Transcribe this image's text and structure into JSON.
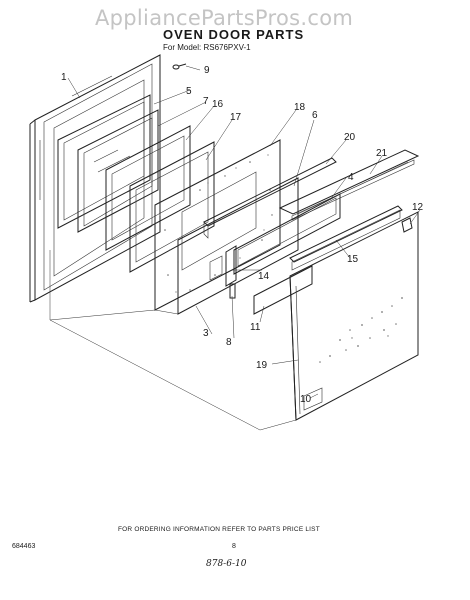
{
  "watermark": "AppliancePartsPros.com",
  "title": "OVEN DOOR PARTS",
  "model": "For Model: RS676PXV-1",
  "footer": {
    "ordering_info": "FOR ORDERING INFORMATION REFER TO PARTS PRICE LIST",
    "doc_number": "684463",
    "page_number": "8",
    "handwritten": "878-6-10"
  },
  "callouts": [
    {
      "id": "c1",
      "label": "1"
    },
    {
      "id": "c3",
      "label": "3"
    },
    {
      "id": "c4",
      "label": "4"
    },
    {
      "id": "c5",
      "label": "5"
    },
    {
      "id": "c6",
      "label": "6"
    },
    {
      "id": "c7",
      "label": "7"
    },
    {
      "id": "c8",
      "label": "8"
    },
    {
      "id": "c9",
      "label": "9"
    },
    {
      "id": "c10",
      "label": "10"
    },
    {
      "id": "c11",
      "label": "11"
    },
    {
      "id": "c12",
      "label": "12"
    },
    {
      "id": "c14",
      "label": "14"
    },
    {
      "id": "c15",
      "label": "15"
    },
    {
      "id": "c16",
      "label": "16"
    },
    {
      "id": "c17",
      "label": "17"
    },
    {
      "id": "c18",
      "label": "18"
    },
    {
      "id": "c19",
      "label": "19"
    },
    {
      "id": "c20",
      "label": "20"
    },
    {
      "id": "c21",
      "label": "21"
    }
  ]
}
